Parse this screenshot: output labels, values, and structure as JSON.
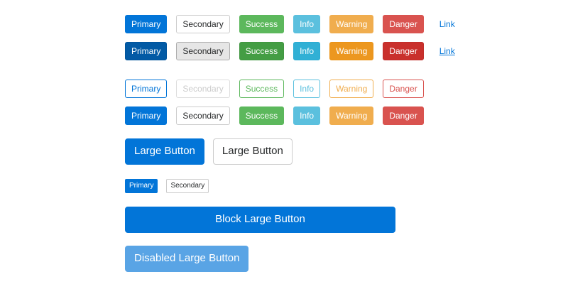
{
  "rows": {
    "solid": [
      {
        "label": "Primary"
      },
      {
        "label": "Secondary"
      },
      {
        "label": "Success"
      },
      {
        "label": "Info"
      },
      {
        "label": "Warning"
      },
      {
        "label": "Danger"
      },
      {
        "label": "Link"
      }
    ],
    "active": [
      {
        "label": "Primary"
      },
      {
        "label": "Secondary"
      },
      {
        "label": "Success"
      },
      {
        "label": "Info"
      },
      {
        "label": "Warning"
      },
      {
        "label": "Danger"
      },
      {
        "label": "Link"
      }
    ],
    "outline": [
      {
        "label": "Primary"
      },
      {
        "label": "Secondary"
      },
      {
        "label": "Success"
      },
      {
        "label": "Info"
      },
      {
        "label": "Warning"
      },
      {
        "label": "Danger"
      }
    ],
    "solid2": [
      {
        "label": "Primary"
      },
      {
        "label": "Secondary"
      },
      {
        "label": "Success"
      },
      {
        "label": "Info"
      },
      {
        "label": "Warning"
      },
      {
        "label": "Danger"
      }
    ]
  },
  "large": {
    "primary": "Large Button",
    "secondary": "Large Button"
  },
  "small": {
    "primary": "Primary",
    "secondary": "Secondary"
  },
  "block": {
    "label": "Block Large Button"
  },
  "disabled": {
    "label": "Disabled Large Button"
  },
  "colors": {
    "primary": "#0275d8",
    "primary_active": "#025aa5",
    "secondary_border": "#cccccc",
    "secondary_active_bg": "#e6e6e6",
    "success": "#5cb85c",
    "success_active": "#449d44",
    "info": "#5bc0de",
    "info_active": "#31b0d5",
    "warning": "#f0ad4e",
    "warning_active": "#ec971f",
    "danger": "#d9534f",
    "danger_active": "#c9302c",
    "link": "#0275d8",
    "body_text": "#292b2c"
  }
}
